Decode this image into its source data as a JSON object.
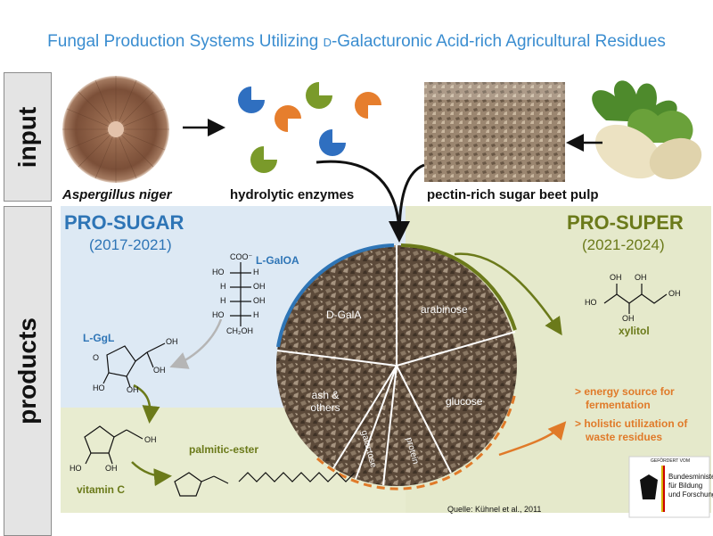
{
  "title": {
    "prefix": "Fungal Production Systems Utilizing ",
    "d": "D",
    "suffix": "-Galacturonic Acid-rich Agricultural Residues"
  },
  "sidebar": {
    "input": "input",
    "products": "products"
  },
  "input_row": {
    "organism_label": "Aspergillus niger",
    "enzymes_label": "hydrolytic enzymes",
    "pulp_label": "pectin-rich sugar beet pulp"
  },
  "prosugar": {
    "name": "PRO-SUGAR",
    "years": "(2017-2021)",
    "galoa": "L-GalOA",
    "ggl": "L-GgL",
    "molecule_groups": {
      "coo": "COO⁻",
      "oh": "OH",
      "h": "H",
      "ch2oh": "CH₂OH",
      "ho": "HO",
      "o": "O"
    }
  },
  "prosuper": {
    "name": "PRO-SUPER",
    "years": "(2021-2024)",
    "xylitol": "xylitol",
    "bullets": [
      "energy source for fermentation",
      "holistic utilization of waste residues"
    ],
    "bullet_lines": [
      [
        "energy source for",
        "fermentation"
      ],
      [
        "holistic utilization of",
        "waste residues"
      ]
    ]
  },
  "vitc_panel": {
    "vitamin_c": "vitamin C",
    "palmitic": "palmitic-ester"
  },
  "pie_segments": [
    "D-GalA",
    "arabinose",
    "glucose",
    "protein",
    "galactose",
    "ash  & others"
  ],
  "source": "Quelle: Kühnel et al., 2011",
  "logo": {
    "top_line": "GEFÖRDERT VOM",
    "lines": [
      "Bundesministerium",
      "für Bildung",
      "und Forschung"
    ]
  },
  "colors": {
    "title_blue": "#3a8dd0",
    "prosugar_blue": "#2e75b6",
    "prosuper_olive": "#6b7a1a",
    "orange": "#e07a29",
    "enzyme_blue": "#2f6fc0",
    "enzyme_orange": "#e67e2d",
    "enzyme_green": "#7a9a2a"
  }
}
